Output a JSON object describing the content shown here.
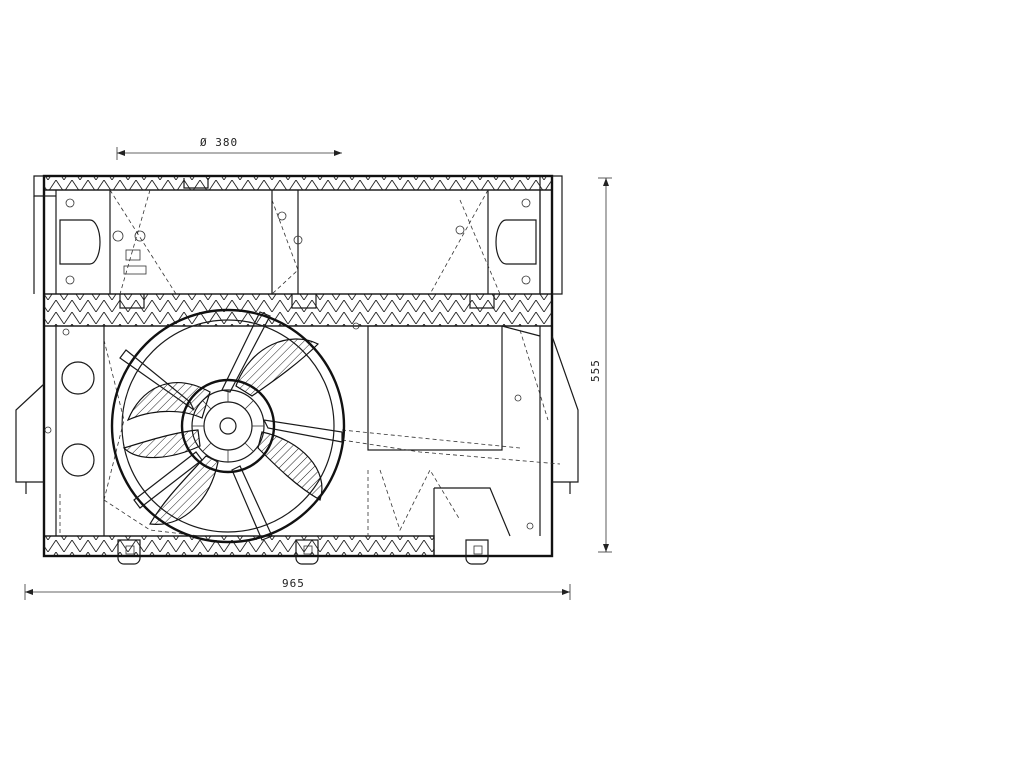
{
  "drawing": {
    "dimension_fan_diameter": "Ø 380",
    "dimension_width": "965",
    "dimension_height": "555",
    "stroke_color": "#1a1a1a",
    "background_color": "#ffffff"
  }
}
